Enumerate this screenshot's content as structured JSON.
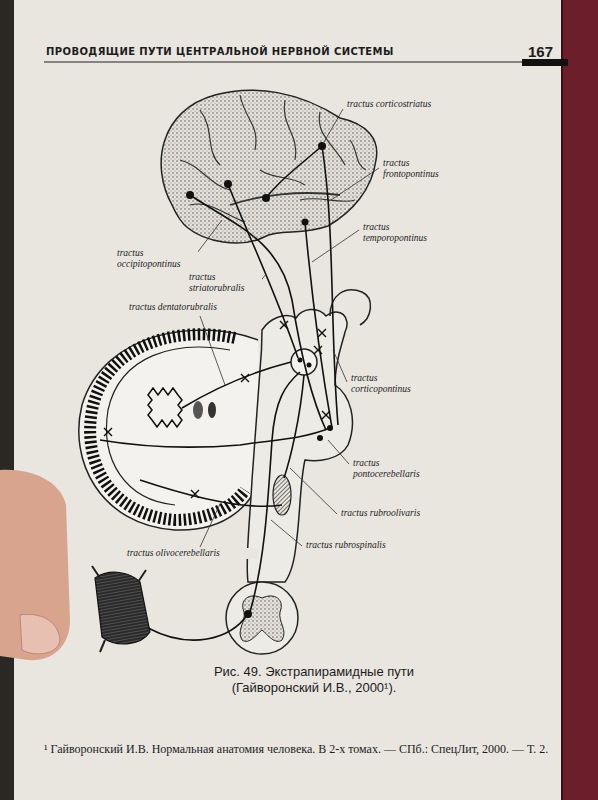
{
  "diagram": {
    "title": "ПРОВОДЯЩИЕ ПУТИ ЦЕНТРАЛЬНОЙ НЕРВНОЙ СИСТЕМЫ",
    "caption": "Рис. 49. Экстрапирамидные пути (Гайворонский И.В., 2000¹).",
    "labels": [
      "167",
      "tractus corticostriatus",
      "tractus frontopontinus",
      "tractus temporopontinus",
      "tractus occipitopontinus",
      "tractus striatorubralis",
      "tractus dentatorubralis",
      "tractus corticopontinus",
      "tractus pontocerebellaris",
      "tractus rubroolivaris",
      "tractus olivocerebellaris",
      "tractus rubrospinalis",
      "¹ Гайворонский И.В. Нормальная анатомия человека. В 2-х томах. — СПб.: СпецЛит, 2000. — Т. 2."
    ]
  }
}
